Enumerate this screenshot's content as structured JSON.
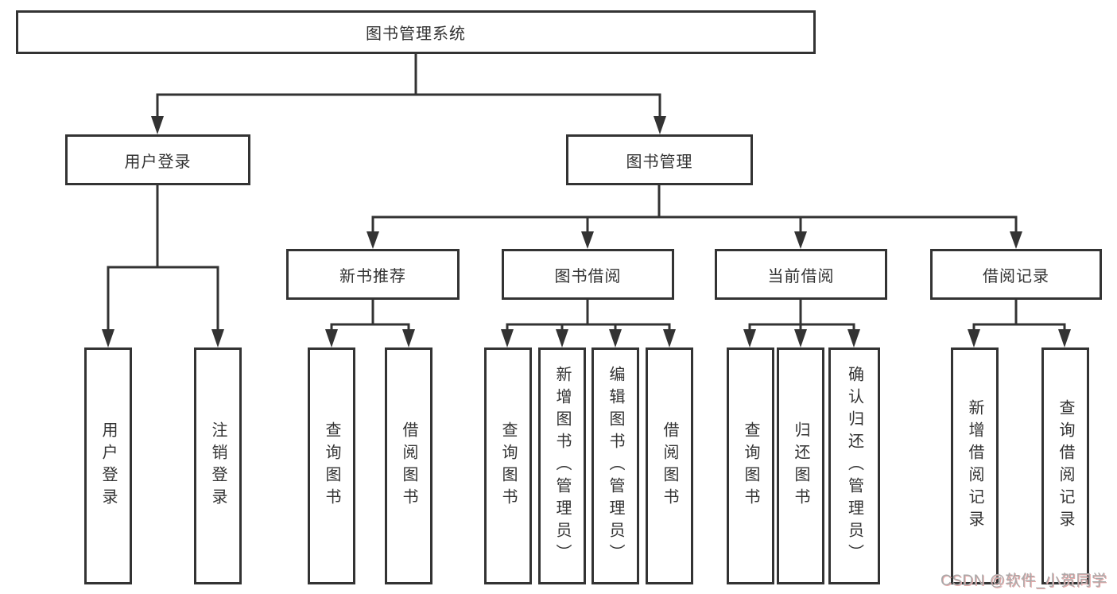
{
  "diagram": {
    "root": {
      "label": "图书管理系统"
    },
    "level2": [
      {
        "label": "用户登录"
      },
      {
        "label": "图书管理"
      }
    ],
    "level3": [
      {
        "label": "新书推荐"
      },
      {
        "label": "图书借阅"
      },
      {
        "label": "当前借阅"
      },
      {
        "label": "借阅记录"
      }
    ],
    "leaves": [
      {
        "label": "用户登录"
      },
      {
        "label": "注销登录"
      },
      {
        "label": "查询图书"
      },
      {
        "label": "借阅图书"
      },
      {
        "label": "查询图书"
      },
      {
        "label": "新增图书（管理员）"
      },
      {
        "label": "编辑图书（管理员）"
      },
      {
        "label": "借阅图书"
      },
      {
        "label": "查询图书"
      },
      {
        "label": "归还图书"
      },
      {
        "label": "确认归还（管理员）"
      },
      {
        "label": "新增借阅记录"
      },
      {
        "label": "查询借阅记录"
      }
    ]
  },
  "watermark": {
    "text": "CSDN @软件_小贺同学"
  },
  "colors": {
    "line": "#333333",
    "text": "#333333",
    "background": "#ffffff",
    "watermark_text": "#a9a9a9",
    "watermark_shadow": "#e8aaaa"
  }
}
